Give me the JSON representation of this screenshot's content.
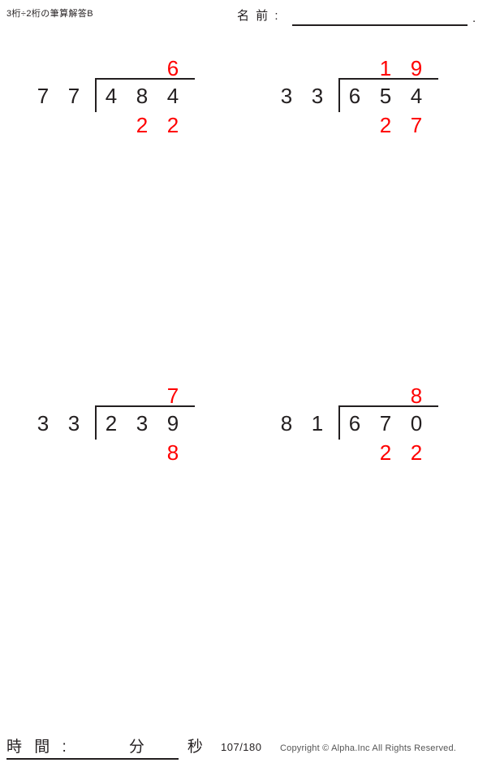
{
  "header": {
    "title": "3桁÷2桁の筆算解答B",
    "name_label": "名 前 :",
    "name_value": "",
    "name_trailing_mark": "."
  },
  "colors": {
    "ink": "#231f20",
    "answer": "#ff0000"
  },
  "problems": [
    {
      "id": "problem-1",
      "divisor": [
        "7",
        "7"
      ],
      "dividend": [
        "4",
        "8",
        "4"
      ],
      "quotient": [
        "",
        "",
        "6"
      ],
      "remainder": [
        "",
        "2",
        "2"
      ],
      "quotient_value": "6",
      "remainder_value": "22"
    },
    {
      "id": "problem-2",
      "divisor": [
        "3",
        "3"
      ],
      "dividend": [
        "6",
        "5",
        "4"
      ],
      "quotient": [
        "",
        "1",
        "9"
      ],
      "remainder": [
        "",
        "2",
        "7"
      ],
      "quotient_value": "19",
      "remainder_value": "27"
    },
    {
      "id": "problem-3",
      "divisor": [
        "3",
        "3"
      ],
      "dividend": [
        "2",
        "3",
        "9"
      ],
      "quotient": [
        "",
        "",
        "7"
      ],
      "remainder": [
        "",
        "",
        "8"
      ],
      "quotient_value": "7",
      "remainder_value": "8"
    },
    {
      "id": "problem-4",
      "divisor": [
        "8",
        "1"
      ],
      "dividend": [
        "6",
        "7",
        "0"
      ],
      "quotient": [
        "",
        "",
        "8"
      ],
      "remainder": [
        "",
        "2",
        "2"
      ],
      "quotient_value": "8",
      "remainder_value": "22"
    }
  ],
  "footer": {
    "time_label": "時 間 :　　　分　　秒",
    "page_number": "107/180",
    "copyright": "Copyright © Alpha.Inc All Rights Reserved."
  }
}
